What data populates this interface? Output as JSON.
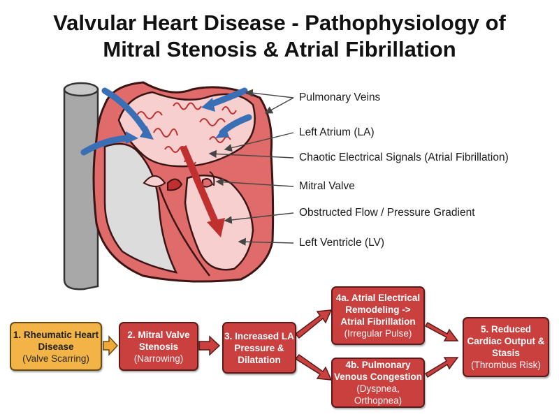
{
  "title": {
    "line1": "Valvular Heart Disease - Pathophysiology of",
    "line2": "Mitral Stenosis & Atrial Fibrillation"
  },
  "labels": [
    {
      "text": "Pulmonary Veins"
    },
    {
      "text": "Left Atrium (LA)"
    },
    {
      "text": "Chaotic Electrical Signals (Atrial Fibrillation)"
    },
    {
      "text": "Mitral Valve"
    },
    {
      "text": "Obstructed Flow / Pressure Gradient"
    },
    {
      "text": "Left Ventricle (LV)"
    }
  ],
  "flow": [
    {
      "main": "1. Rheumatic Heart Disease",
      "sub": "(Valve Scarring)",
      "color": "#f2b447"
    },
    {
      "main": "2. Mitral Valve Stenosis",
      "sub": "(Narrowing)",
      "color": "#c9403f"
    },
    {
      "main": "3. Increased LA Pressure & Dilatation",
      "sub": "",
      "color": "#c9403f"
    },
    {
      "main": "4a. Atrial Electrical Remodeling -> Atrial Fibrillation",
      "sub": "(Irregular Pulse)",
      "color": "#c9403f"
    },
    {
      "main": "4b. Pulmonary Venous Congestion",
      "sub": "(Dyspnea, Orthopnea)",
      "color": "#c9403f"
    },
    {
      "main": "5. Reduced Cardiac Output & Stasis",
      "sub": "(Thrombus Risk)",
      "color": "#c9403f"
    }
  ],
  "colors": {
    "heart_wall": "#e06b6b",
    "heart_outline": "#3b1414",
    "atrium_fill": "#f7cfcf",
    "blood_arrow": "#3a6fb5",
    "flow_arrow": "#c0302f",
    "vessel": "#a8a8a8"
  }
}
